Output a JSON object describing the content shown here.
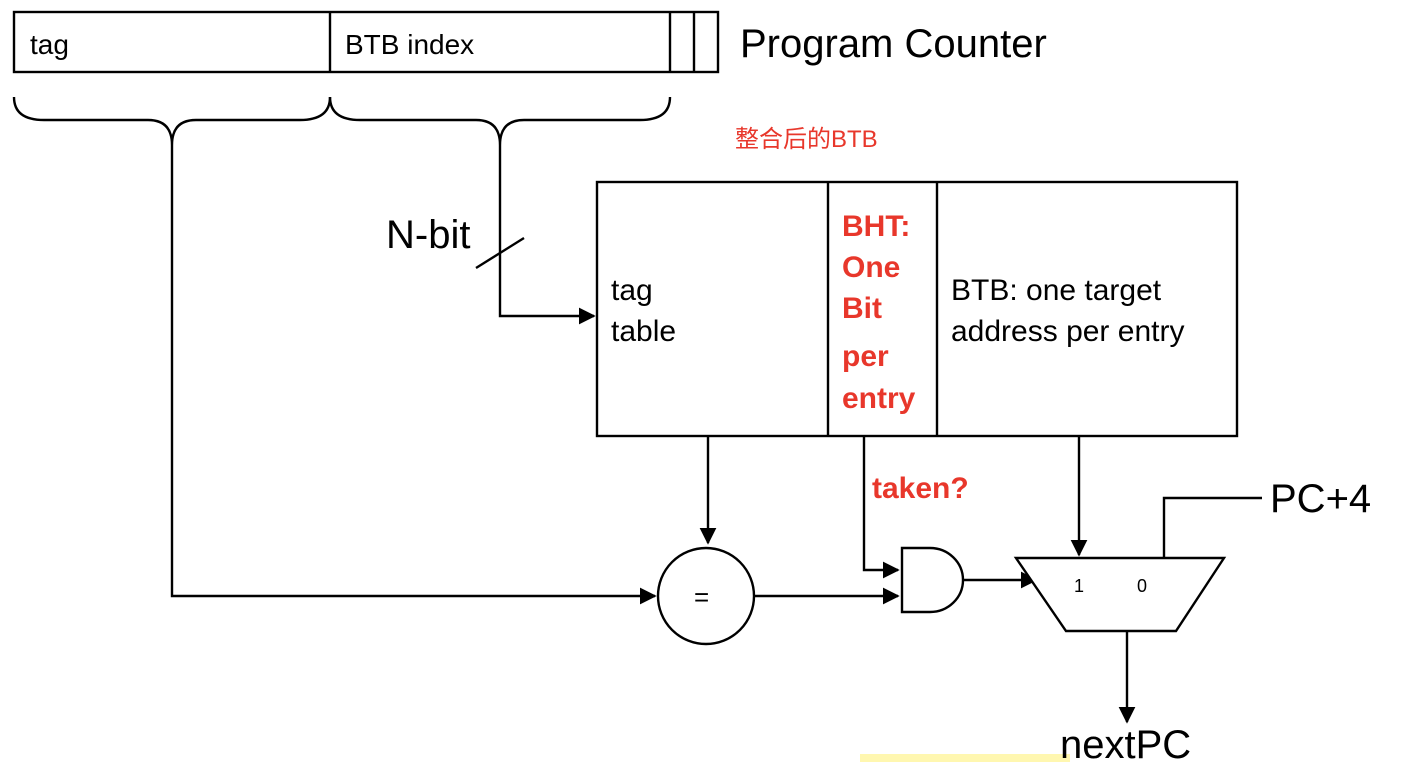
{
  "program_counter": {
    "label": "Program Counter",
    "fields": [
      "tag",
      "BTB index"
    ]
  },
  "btb_title": "整合后的BTB",
  "index_width_label": "N-bit",
  "btb": {
    "tag_table": [
      "tag",
      "table"
    ],
    "bht": [
      "BHT:",
      "One",
      "Bit",
      "per",
      "entry"
    ],
    "targets": [
      "BTB: one target",
      "address per entry"
    ]
  },
  "taken_label": "taken?",
  "comparator_symbol": "=",
  "mux_inputs": [
    "1",
    "0"
  ],
  "pc_plus_4_label": "PC+4",
  "next_pc_label": "nextPC",
  "colors": {
    "highlight": "#e8372b"
  }
}
